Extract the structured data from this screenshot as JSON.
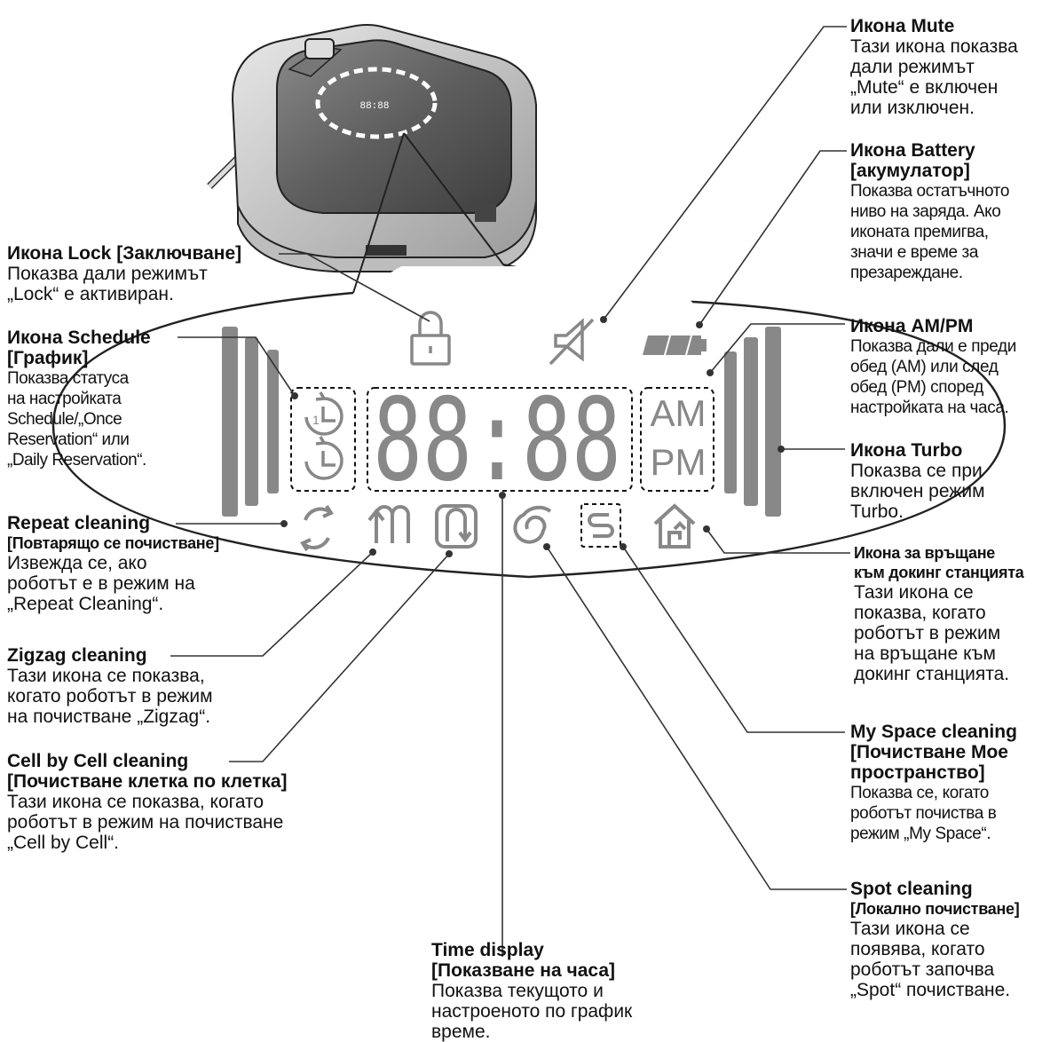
{
  "display": {
    "time": "88:88",
    "am": "AM",
    "pm": "PM"
  },
  "labels": {
    "lock": {
      "title": "Икона Lock [Заключване]",
      "desc": "Показва дали режимът\n„Lock“ е активиран."
    },
    "schedule": {
      "title": "Икона Schedule",
      "title2": "[График]",
      "desc": "Показва статуса\nна настройката\nSchedule/„Once\nReservation“ или\n„Daily Reservation“."
    },
    "repeat": {
      "title": "Repeat cleaning",
      "sub": "[Повтарящо се почистване]",
      "desc": "Извежда се, ако\nроботът е в режим на\n„Repeat Cleaning“."
    },
    "zigzag": {
      "title": "Zigzag cleaning",
      "desc": "Тази икона се показва,\nкогато роботът в режим\nна почистване „Zigzag“."
    },
    "cell": {
      "title": "Cell by Cell cleaning",
      "title2": "[Почистване клетка по клетка]",
      "desc": "Тази икона се показва, когато\nроботът в режим на почистване\n„Cell by Cell“."
    },
    "time": {
      "title": "Time display",
      "title2": "[Показване на часа]",
      "desc": "Показва текущото и\nнастроеното по график\nвреме."
    },
    "mute": {
      "title": "Икона Mute",
      "desc": "Тази икона показва\nдали режимът\n„Mute“ е включен\nили изключен."
    },
    "battery": {
      "title": "Икона Battery",
      "title2": "[акумулатор]",
      "desc": "Показва остатъчното\nниво на заряда. Ако\nиконата премигва,\nзначи е време за\nпрезареждане."
    },
    "ampm": {
      "title": "Икона AM/PM",
      "desc": "Показва дали е преди\nобед (AM) или след\nобед (PM) според\nнастройката на часа."
    },
    "turbo": {
      "title": "Икона Turbo",
      "desc": "Показва се при\nвключен режим\nTurbo."
    },
    "home": {
      "title": "Икона за връщане",
      "title2": "към докинг станцията",
      "desc": "Тази икона се\nпоказва, когато\nроботът в режим\nна връщане към\nдокинг станцията."
    },
    "myspace": {
      "title": "My Space cleaning",
      "title2": "[Почистване Мое",
      "title3": "пространство]",
      "desc": "Показва се, когато\nроботът почиства в\nрежим „My Space“."
    },
    "spot": {
      "title": "Spot cleaning",
      "sub": "[Локално почистване]",
      "desc": "Тази икона се\nпоявява, когато\nроботът започва\n„Spot“ почистване."
    }
  }
}
